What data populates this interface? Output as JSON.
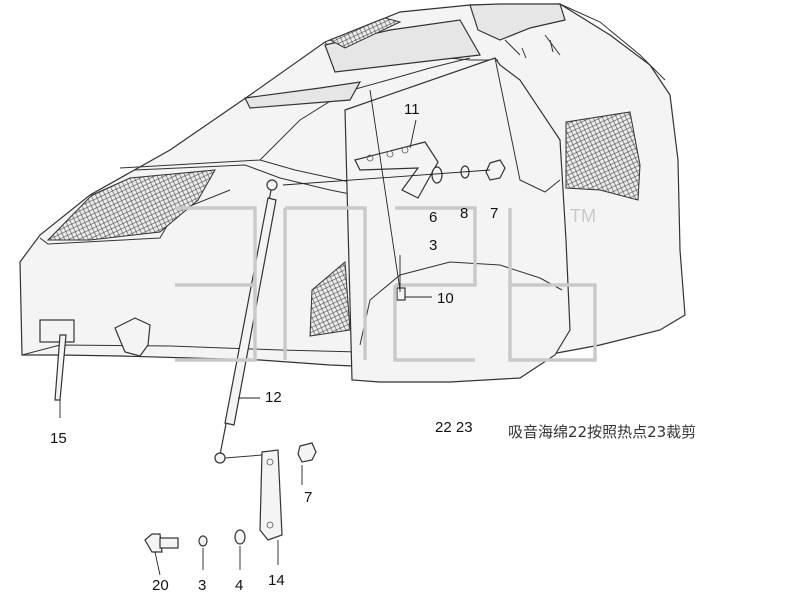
{
  "watermark": {
    "text": "3ТеЬ",
    "tm": "TM"
  },
  "callouts": [
    {
      "id": "c11",
      "label": "11"
    },
    {
      "id": "c6",
      "label": "6"
    },
    {
      "id": "c8",
      "label": "8"
    },
    {
      "id": "c7a",
      "label": "7"
    },
    {
      "id": "c3a",
      "label": "3"
    },
    {
      "id": "c10",
      "label": "10"
    },
    {
      "id": "c12",
      "label": "12"
    },
    {
      "id": "c15",
      "label": "15"
    },
    {
      "id": "c2223",
      "label": "22 23"
    },
    {
      "id": "c7b",
      "label": "7"
    },
    {
      "id": "c20",
      "label": "20"
    },
    {
      "id": "c3b",
      "label": "3"
    },
    {
      "id": "c4",
      "label": "4"
    },
    {
      "id": "c14",
      "label": "14"
    }
  ],
  "note": "吸音海绵22按照热点23裁剪"
}
